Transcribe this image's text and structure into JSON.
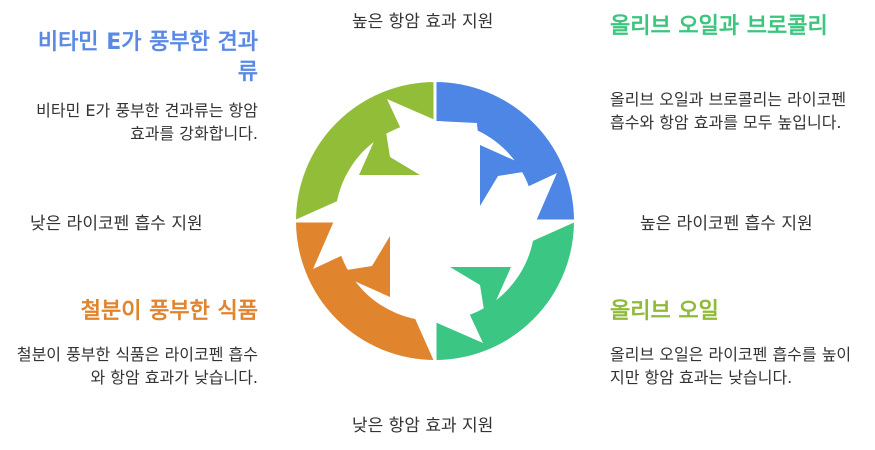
{
  "axis": {
    "top": "높은 항암 효과 지원",
    "bottom": "낮은 항암 효과 지원",
    "left": "낮은 라이코펜 흡수 지원",
    "right": "높은 라이코펜 흡수 지원"
  },
  "quadrants": {
    "top_left": {
      "title": "비타민 E가 풍부한 견과류",
      "desc": "비타민 E가 풍부한 견과류는 항암 효과를 강화합니다.",
      "color": "#5b8ae6"
    },
    "top_right": {
      "title": "올리브 오일과 브로콜리",
      "desc": "올리브 오일과 브로콜리는 라이코펜 흡수와 항암 효과를 모두 높입니다.",
      "color": "#3cc57f"
    },
    "bottom_left": {
      "title": "철분이 풍부한 식품",
      "desc": "철분이 풍부한 식품은 라이코펜 흡수와 항암 효과가 낮습니다.",
      "color": "#e0842e"
    },
    "bottom_right": {
      "title": "올리브 오일",
      "desc": "올리브 오일은 라이코펜 흡수를 높이지만 항암 효과는 낮습니다.",
      "color": "#8fba3a"
    }
  },
  "segments": {
    "top_right_color": "#4d86e4",
    "bottom_right_color": "#3cc683",
    "bottom_left_color": "#e0842e",
    "top_left_color": "#91bd38"
  }
}
